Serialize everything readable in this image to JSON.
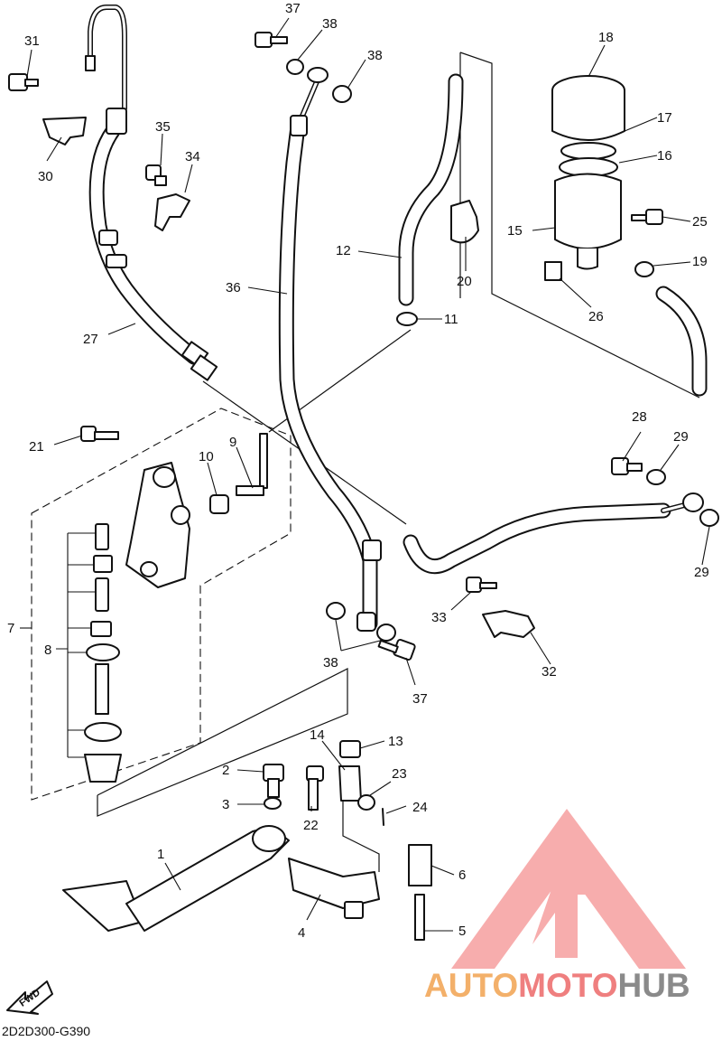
{
  "diagram_code": "2D2D300-G390",
  "fwd_label": "FWD",
  "watermark": {
    "part1": "AUTO",
    "part2": "MOTO",
    "part3": "HUB",
    "color1": "#f3b06a",
    "color2": "#ef7f7f",
    "color3": "#8a8a8a",
    "logo_color": "#f06a6a"
  },
  "callouts": {
    "c1": "1",
    "c2": "2",
    "c3": "3",
    "c4": "4",
    "c5": "5",
    "c6": "6",
    "c7": "7",
    "c8": "8",
    "c9": "9",
    "c10": "10",
    "c11": "11",
    "c12": "12",
    "c13": "13",
    "c14": "14",
    "c15": "15",
    "c16": "16",
    "c17": "17",
    "c18": "18",
    "c19": "19",
    "c20": "20",
    "c21": "21",
    "c22": "22",
    "c23": "23",
    "c24": "24",
    "c25": "25",
    "c26": "26",
    "c27": "27",
    "c28": "28",
    "c29": "29",
    "c29b": "29",
    "c30": "30",
    "c31": "31",
    "c32": "32",
    "c33": "33",
    "c34": "34",
    "c35": "35",
    "c36": "36",
    "c37": "37",
    "c37b": "37",
    "c38": "38",
    "c38b": "38",
    "c38c": "38"
  }
}
